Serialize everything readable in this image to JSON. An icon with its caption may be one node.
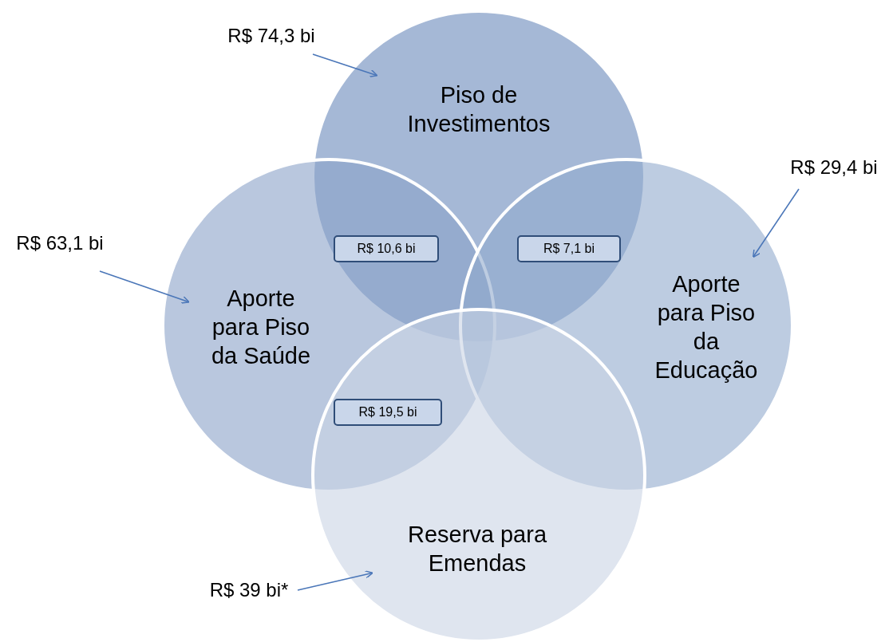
{
  "diagram": {
    "nodes": [
      {
        "text": [
          "R$ 74,3 bi"
        ]
      },
      {
        "text": [
          "Piso de Investimentos"
        ]
      },
      {
        "text": [
          "R$ 29,4 bi"
        ]
      },
      {
        "text": [
          "R$ 63,1 bi"
        ]
      },
      {
        "text": [
          "R$ 10,6 bi"
        ]
      },
      {
        "text": [
          "R$ 7,1 bi"
        ]
      },
      {
        "text": [
          "Aporte para Piso da Saúde"
        ]
      },
      {
        "text": [
          "Aporte para Piso da Educação"
        ]
      },
      {
        "text": [
          "R$ 19,5 bi"
        ]
      },
      {
        "text": [
          "Reserva para Emendas"
        ]
      },
      {
        "text": [
          "R$ 39 bi*"
        ]
      }
    ],
    "edges": [
      {
        "from": 0,
        "to": 1,
        "arrow": "to"
      },
      {
        "from": 2,
        "to": 7,
        "arrow": "to"
      },
      {
        "from": 3,
        "to": 6,
        "arrow": "to"
      },
      {
        "from": 10,
        "to": 9,
        "arrow": "to"
      }
    ]
  }
}
